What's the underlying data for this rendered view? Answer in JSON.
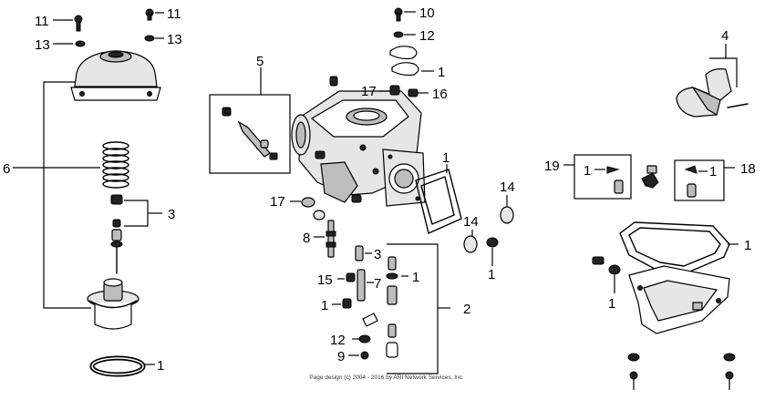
{
  "callouts": [
    {
      "id": "c-11-left",
      "text": "11"
    },
    {
      "id": "c-13-left",
      "text": "13"
    },
    {
      "id": "c-11-mid",
      "text": "11"
    },
    {
      "id": "c-13-mid",
      "text": "13"
    },
    {
      "id": "c-6",
      "text": "6"
    },
    {
      "id": "c-3-left",
      "text": "3"
    },
    {
      "id": "c-1-oring",
      "text": "1"
    },
    {
      "id": "c-5",
      "text": "5"
    },
    {
      "id": "c-10",
      "text": "10"
    },
    {
      "id": "c-12-top",
      "text": "12"
    },
    {
      "id": "c-1-top",
      "text": "1"
    },
    {
      "id": "c-17-top",
      "text": "17"
    },
    {
      "id": "c-16",
      "text": "16"
    },
    {
      "id": "c-4",
      "text": "4"
    },
    {
      "id": "c-1-gasket",
      "text": "1"
    },
    {
      "id": "c-17-mid",
      "text": "17"
    },
    {
      "id": "c-14-a",
      "text": "14"
    },
    {
      "id": "c-14-b",
      "text": "14"
    },
    {
      "id": "c-1-pin",
      "text": "1"
    },
    {
      "id": "c-8",
      "text": "8"
    },
    {
      "id": "c-3-mid",
      "text": "3"
    },
    {
      "id": "c-15",
      "text": "15"
    },
    {
      "id": "c-7",
      "text": "7"
    },
    {
      "id": "c-1-jet",
      "text": "1"
    },
    {
      "id": "c-1-small",
      "text": "1"
    },
    {
      "id": "c-2",
      "text": "2"
    },
    {
      "id": "c-12-bot",
      "text": "12"
    },
    {
      "id": "c-9",
      "text": "9"
    },
    {
      "id": "c-19",
      "text": "19"
    },
    {
      "id": "c-1-box19",
      "text": "1"
    },
    {
      "id": "c-18",
      "text": "18"
    },
    {
      "id": "c-1-box18",
      "text": "1"
    },
    {
      "id": "c-1-bowlgasket",
      "text": "1"
    },
    {
      "id": "c-1-screw",
      "text": "1"
    }
  ],
  "copyright": "Page design (c) 2004 - 2016 by ARI Network Services, Inc."
}
